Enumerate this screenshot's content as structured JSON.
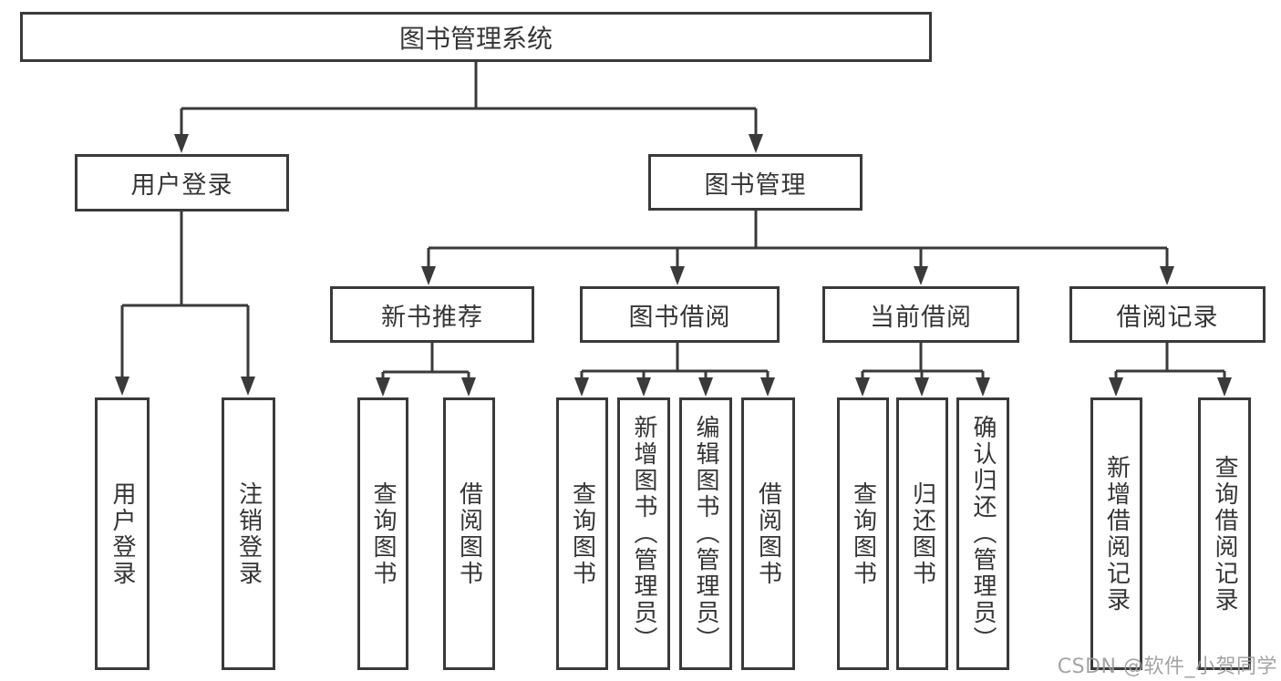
{
  "diagram": {
    "title": "图书管理系统",
    "type": "hierarchy-tree",
    "root": {
      "label": "图书管理系统"
    },
    "level2": [
      {
        "label": "用户登录"
      },
      {
        "label": "图书管理"
      }
    ],
    "level3": [
      {
        "label": "新书推荐",
        "parent": "图书管理"
      },
      {
        "label": "图书借阅",
        "parent": "图书管理"
      },
      {
        "label": "当前借阅",
        "parent": "图书管理"
      },
      {
        "label": "借阅记录",
        "parent": "图书管理"
      }
    ],
    "leaves": [
      {
        "label": "用户登录",
        "parent": "用户登录"
      },
      {
        "label": "注销登录",
        "parent": "用户登录"
      },
      {
        "label": "查询图书",
        "parent": "新书推荐"
      },
      {
        "label": "借阅图书",
        "parent": "新书推荐"
      },
      {
        "label": "查询图书",
        "parent": "图书借阅"
      },
      {
        "label": "新增图书（管理员）",
        "parent": "图书借阅"
      },
      {
        "label": "编辑图书（管理员）",
        "parent": "图书借阅"
      },
      {
        "label": "借阅图书",
        "parent": "图书借阅"
      },
      {
        "label": "查询图书",
        "parent": "当前借阅"
      },
      {
        "label": "归还图书",
        "parent": "当前借阅"
      },
      {
        "label": "确认归还（管理员）",
        "parent": "当前借阅"
      },
      {
        "label": "新增借阅记录",
        "parent": "借阅记录"
      },
      {
        "label": "查询借阅记录",
        "parent": "借阅记录"
      }
    ]
  },
  "watermark": {
    "text": "CSDN @软件_小贺同学"
  },
  "colors": {
    "line": "#3a3a3a",
    "text": "#353535",
    "watermark": "#9b9b9b",
    "background": "#ffffff"
  }
}
